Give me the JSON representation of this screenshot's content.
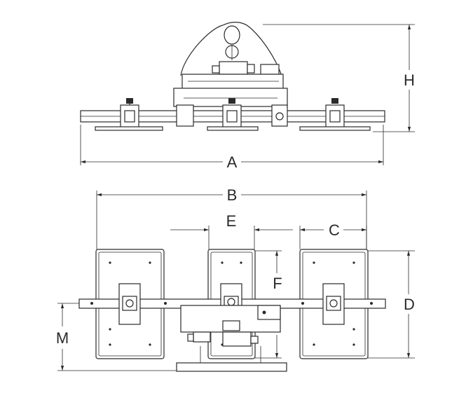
{
  "diagram": {
    "colors": {
      "line": "#2a2a2a",
      "background": "#ffffff"
    },
    "side_view": {
      "dimension_labels": {
        "overall_width": "A",
        "height": "H"
      }
    },
    "top_view": {
      "dimension_labels": {
        "outer_pad_span": "B",
        "pad_width": "C",
        "pad_length": "D",
        "center_pad_gap": "E",
        "center_pad_length": "F",
        "mount_offset": "M"
      }
    }
  }
}
